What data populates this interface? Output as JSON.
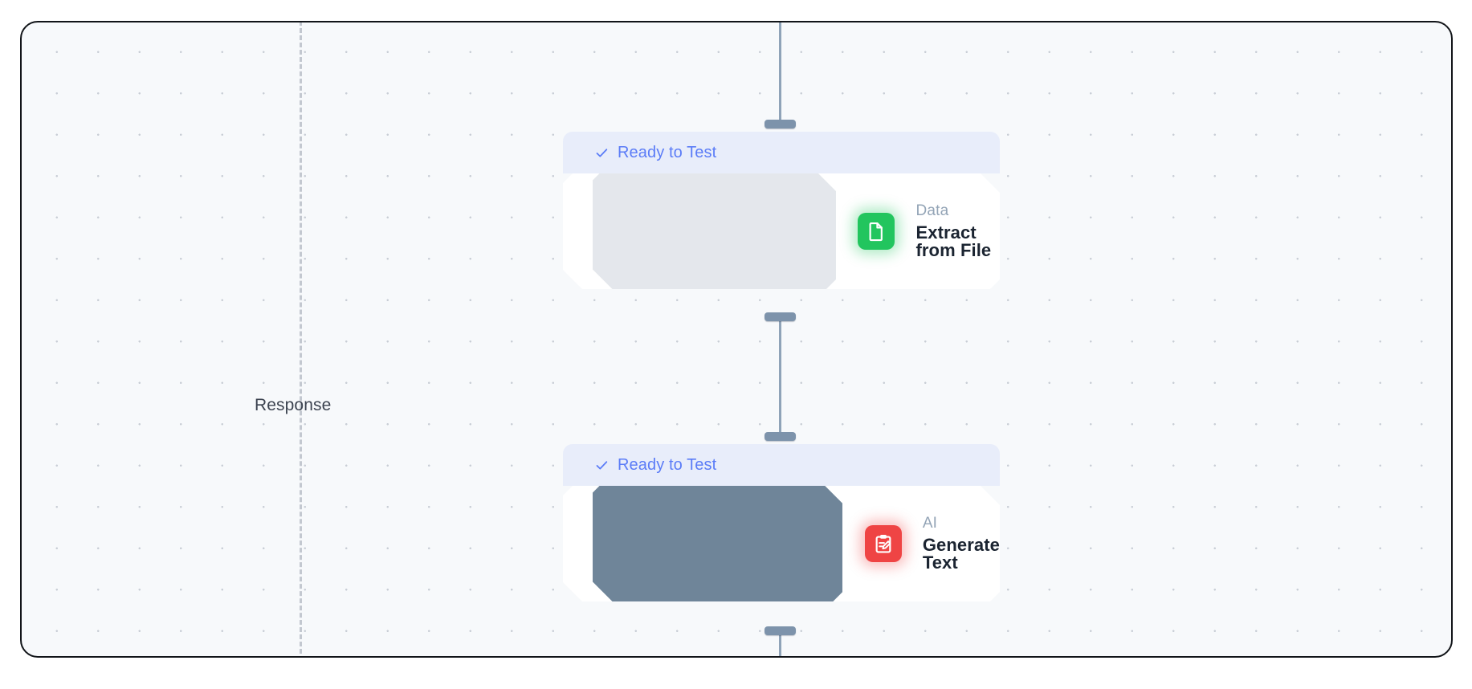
{
  "canvas": {
    "background_color": "#f7f9fb",
    "border_color": "#111418",
    "grid_dot_color": "#c9ced6"
  },
  "lane": {
    "label": "Response",
    "divider_color": "#c3c8d0",
    "divider_style": "dashed"
  },
  "accent_colors": {
    "status_text": "#5b7cf7",
    "status_background": "#e8edfa",
    "edge": "#8fa3b8",
    "handle": "#7d93ab",
    "data_icon": "#22c55e",
    "ai_icon": "#ef4444",
    "node_title": "#1b2431",
    "node_category": "#93a4b6"
  },
  "nodes": [
    {
      "id": "extract-from-file",
      "status_label": "Ready to Test",
      "status_icon": "check-icon",
      "category": "Data",
      "title": "Extract from File",
      "icon": "document-file-icon",
      "icon_color": "#22c55e",
      "selected": false
    },
    {
      "id": "generate-text",
      "status_label": "Ready to Test",
      "status_icon": "check-icon",
      "category": "AI",
      "title": "Generate Text",
      "icon": "clipboard-pencil-icon",
      "icon_color": "#ef4444",
      "selected": true
    }
  ],
  "connectors": [
    {
      "id": "edge-top",
      "from": "canvas-top",
      "to": "extract-from-file"
    },
    {
      "id": "edge-middle",
      "from": "extract-from-file",
      "to": "generate-text"
    },
    {
      "id": "edge-bottom",
      "from": "generate-text",
      "to": "canvas-bottom"
    }
  ]
}
